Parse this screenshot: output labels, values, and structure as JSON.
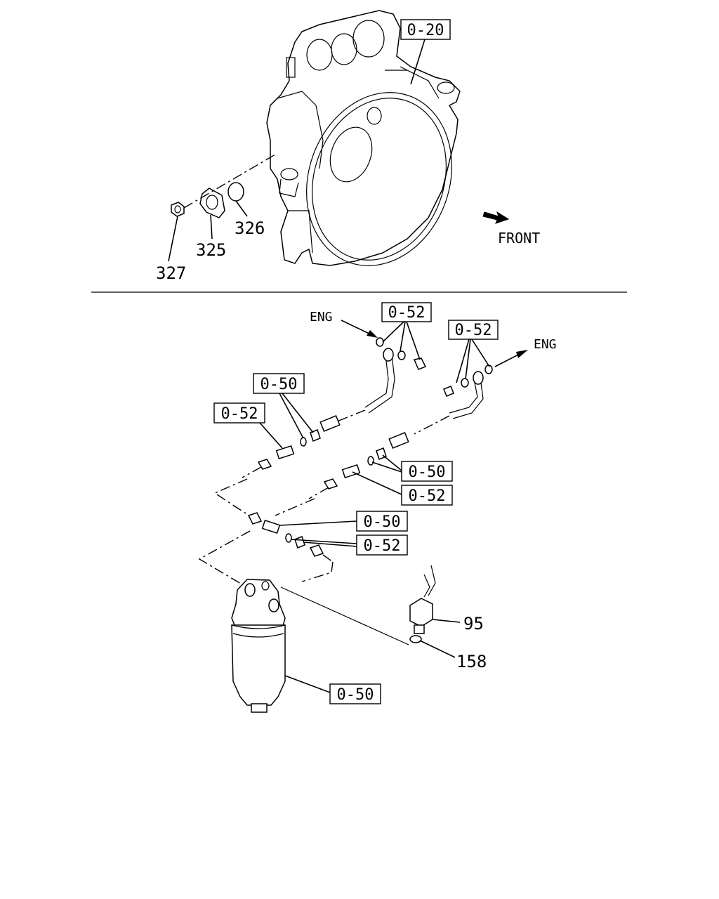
{
  "upper": {
    "ref_housing": "0-20",
    "part_325": "325",
    "part_326": "326",
    "part_327": "327",
    "front_label": "FRONT"
  },
  "lower": {
    "eng_left": "ENG",
    "eng_right": "ENG",
    "ref_0_52_top_a": "0-52",
    "ref_0_52_top_b": "0-52",
    "ref_0_50_left": "0-50",
    "ref_0_52_left": "0-52",
    "ref_0_50_mid": "0-50",
    "ref_0_52_mid": "0-52",
    "ref_0_50_low": "0-50",
    "ref_0_52_low": "0-52",
    "ref_0_50_filter": "0-50",
    "part_95": "95",
    "part_158": "158"
  }
}
